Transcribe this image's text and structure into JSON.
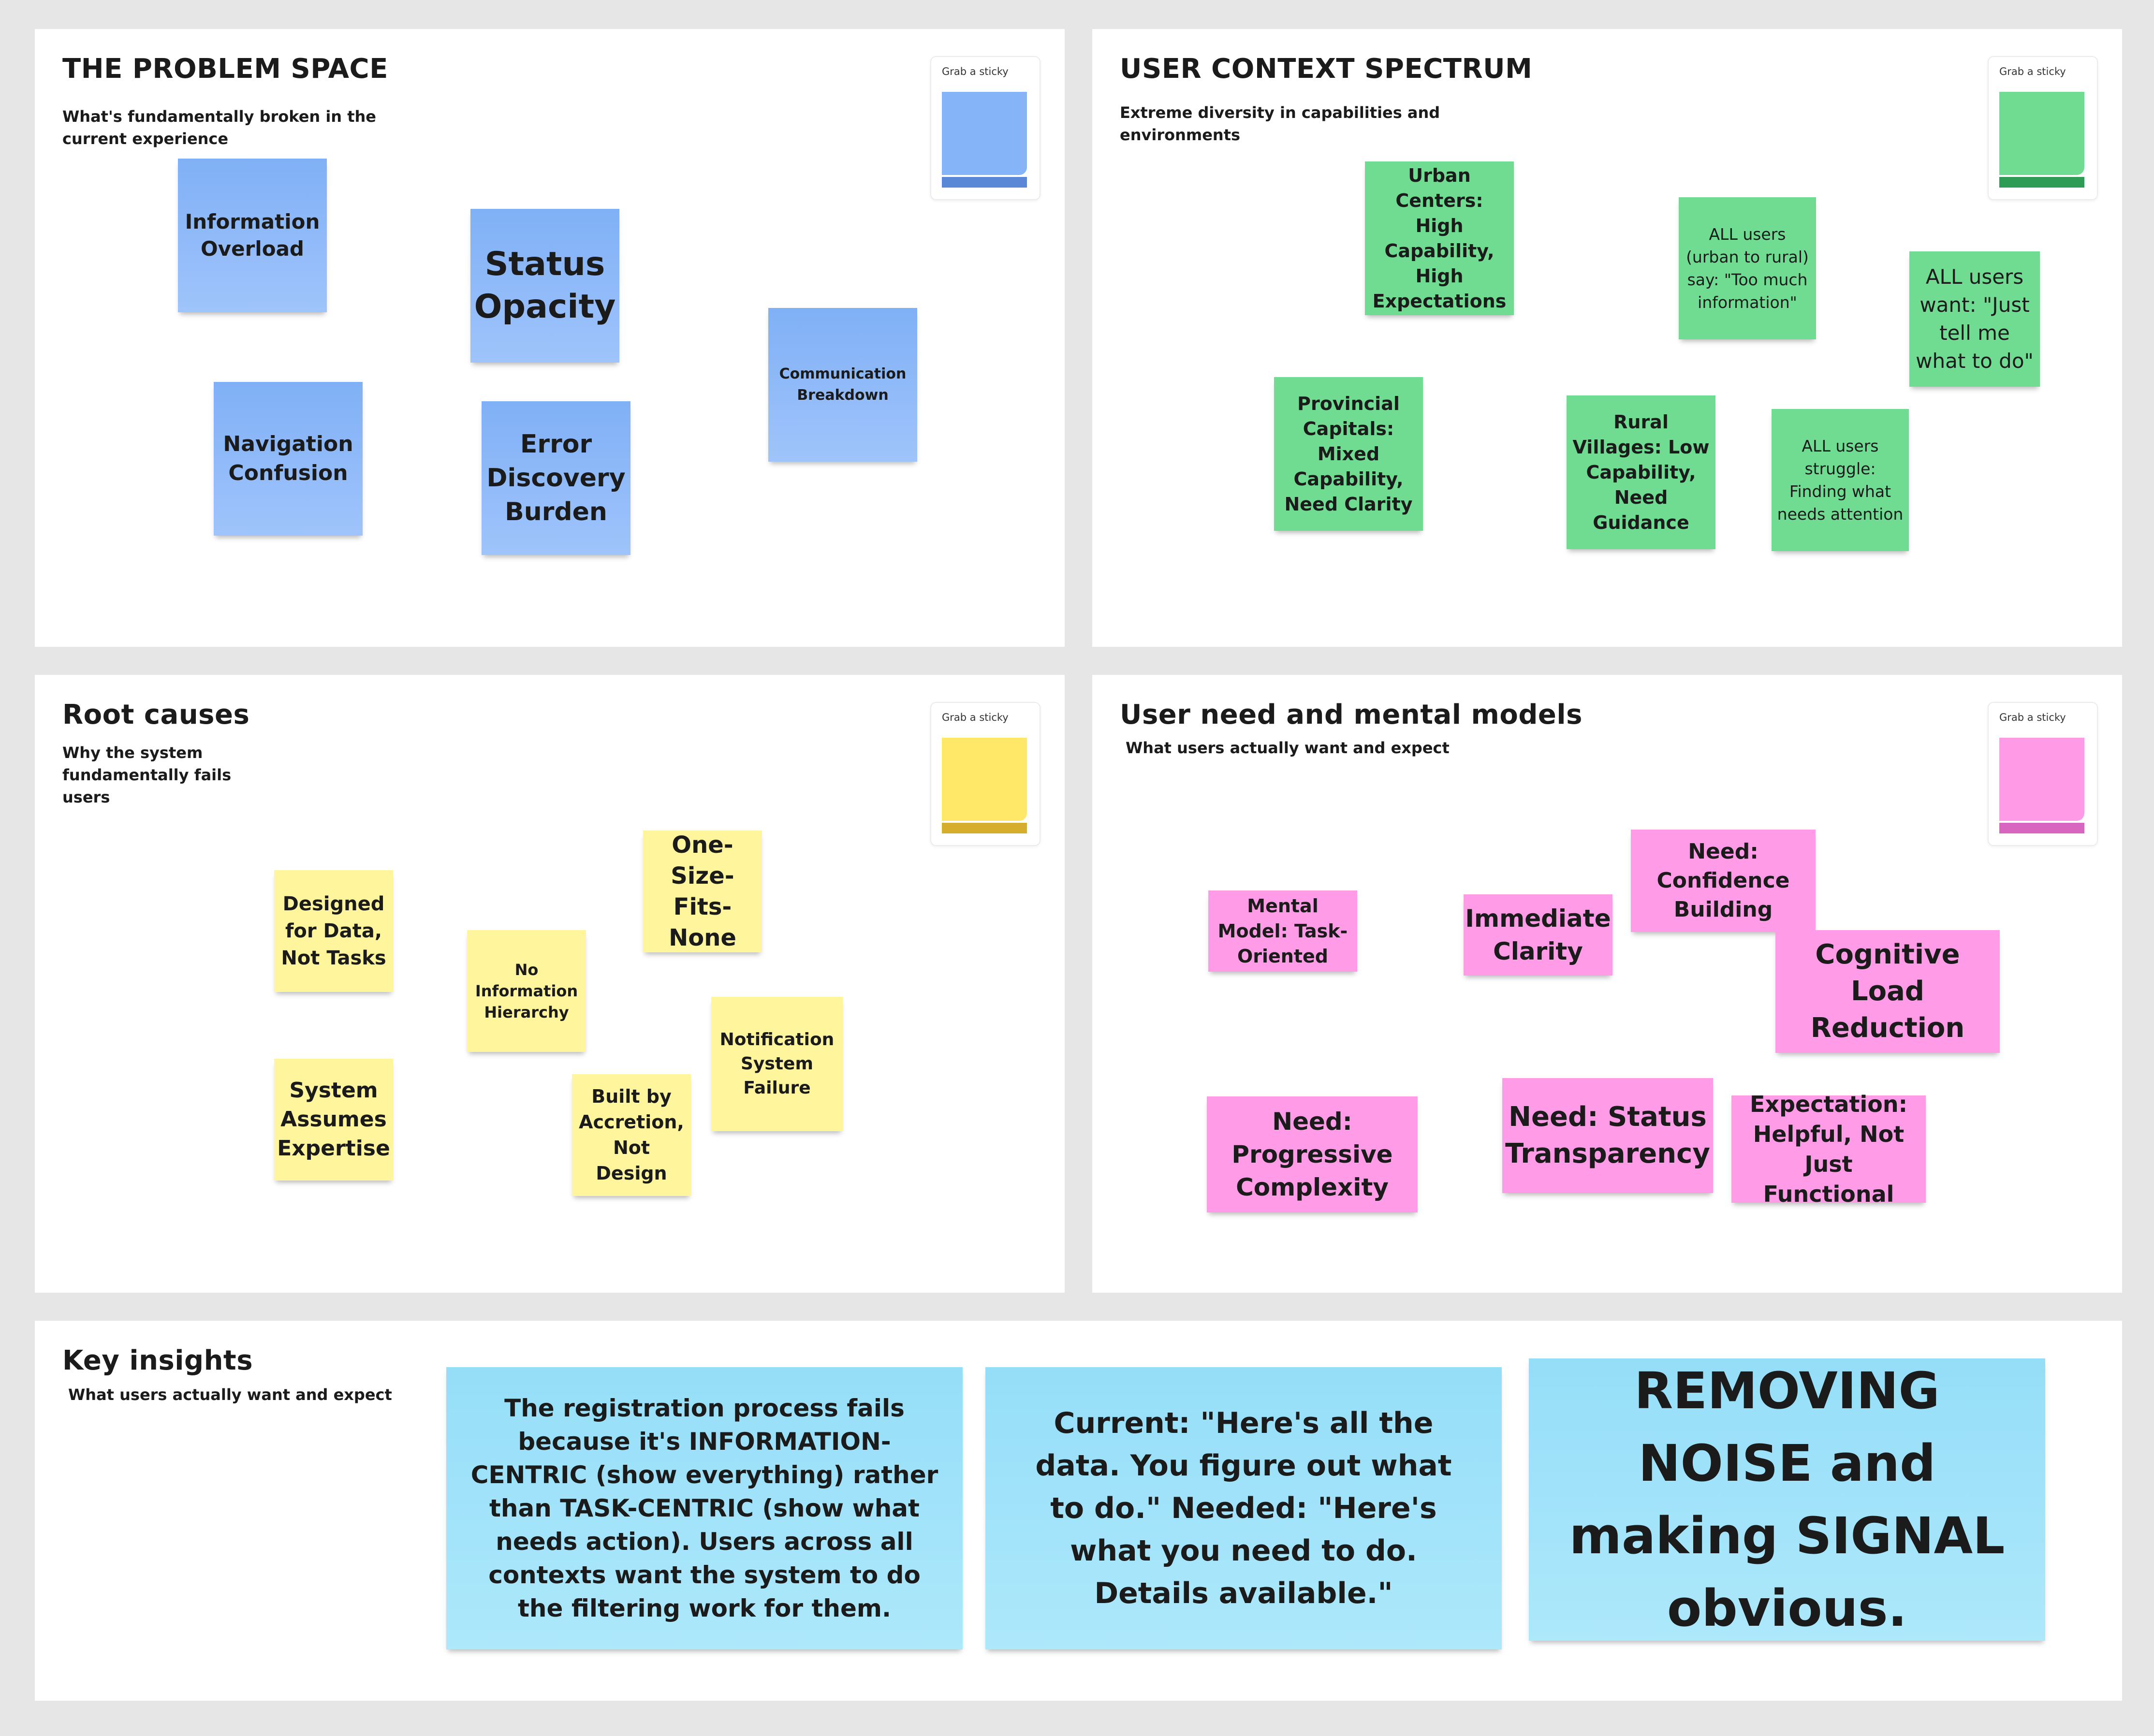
{
  "grab_label": "Grab a sticky",
  "colors": {
    "canvas": "#e6e6e6",
    "blue_sticky": "#8ab8f9",
    "green_sticky": "#6fdc92",
    "yellow_sticky": "#fff59d",
    "pink_sticky": "#ff9be7",
    "cyan_sticky": "#a2e4fa"
  },
  "problem_space": {
    "title": "THE PROBLEM SPACE",
    "subtitle": "What's fundamentally broken in the current experience",
    "stickies": [
      "Information Overload",
      "Status Opacity",
      "Communication Breakdown",
      "Navigation Confusion",
      "Error Discovery Burden"
    ]
  },
  "user_context": {
    "title": "USER CONTEXT SPECTRUM",
    "subtitle": "Extreme diversity in capabilities and environments",
    "stickies": [
      "Urban Centers: High Capability, High Expectations",
      "ALL users (urban to rural) say: \"Too much information\"",
      "ALL users want: \"Just tell me what to do\"",
      "Provincial Capitals: Mixed Capability, Need Clarity",
      "Rural Villages: Low Capability, Need Guidance",
      "ALL users struggle: Finding what needs attention"
    ]
  },
  "root_causes": {
    "title": "Root causes",
    "subtitle": "Why the system fundamentally fails users",
    "stickies": [
      "One-Size-Fits-None",
      "Designed for Data, Not Tasks",
      "No Information Hierarchy",
      "Notification System Failure",
      "System Assumes Expertise",
      "Built by Accretion, Not Design"
    ]
  },
  "user_needs": {
    "title": "User need and mental models",
    "subtitle": "What users actually want and expect",
    "stickies": [
      "Need: Confidence Building",
      "Mental Model: Task-Oriented",
      "Immediate Clarity",
      "Cognitive Load Reduction",
      "Need: Progressive Complexity",
      "Need: Status Transparency",
      "Expectation: Helpful, Not Just Functional"
    ]
  },
  "key_insights": {
    "title": "Key insights",
    "subtitle": "What users actually want and expect",
    "stickies": [
      "The registration process fails because it's INFORMATION-CENTRIC (show everything) rather than TASK-CENTRIC (show what needs action). Users across all contexts want the system to do the filtering work for them.",
      "Current: \"Here's all the data. You figure out what to do.\" Needed: \"Here's what you need to do. Details available.\"",
      "REMOVING NOISE and making SIGNAL obvious."
    ]
  }
}
